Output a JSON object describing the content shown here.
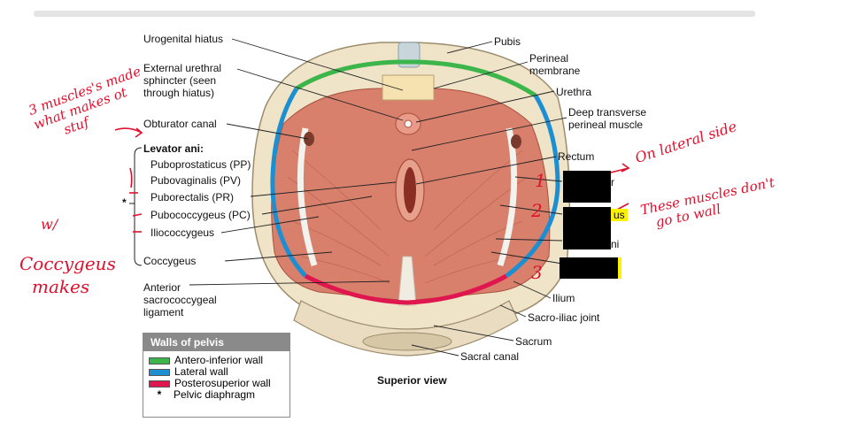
{
  "labels_left": [
    {
      "id": "urogenital-hiatus",
      "text": "Urogenital hiatus"
    },
    {
      "id": "external-urethral-sphincter",
      "lines": [
        "External urethral",
        "sphincter (seen",
        "through hiatus)"
      ]
    },
    {
      "id": "obturator-canal",
      "text": "Obturator canal"
    },
    {
      "id": "levator-ani",
      "text": "Levator ani:"
    },
    {
      "id": "puboprostaticus",
      "text": "Puboprostaticus (PP)"
    },
    {
      "id": "pubovaginalis",
      "text": "Pubovaginalis (PV)"
    },
    {
      "id": "puborectalis",
      "text": "Puborectalis (PR)"
    },
    {
      "id": "pubococcygeus",
      "text": "Pubococcygeus (PC)"
    },
    {
      "id": "iliococcygeus",
      "text": "Iliococcygeus"
    },
    {
      "id": "coccygeus",
      "text": "Coccygeus"
    },
    {
      "id": "anterior-sacrococcygeal-ligament",
      "lines": [
        "Anterior",
        "sacrococcygeal",
        "ligament"
      ]
    }
  ],
  "star_marker": "*",
  "labels_right": [
    {
      "id": "pubis",
      "text": "Pubis"
    },
    {
      "id": "perineal-membrane",
      "lines": [
        "Perineal",
        "membrane"
      ]
    },
    {
      "id": "urethra",
      "text": "Urethra"
    },
    {
      "id": "deep-transverse-perineal-muscle",
      "lines": [
        "Deep transverse",
        "perineal muscle"
      ]
    },
    {
      "id": "rectum",
      "text": "Rectum"
    },
    {
      "id": "ilium",
      "text": "Ilium"
    },
    {
      "id": "sacro-iliac-joint",
      "text": "Sacro-iliac joint"
    },
    {
      "id": "sacrum",
      "text": "Sacrum"
    },
    {
      "id": "sacral-canal",
      "text": "Sacral canal"
    }
  ],
  "partial_labels": {
    "label_a": "r",
    "label_b": "us",
    "label_c": "ni"
  },
  "view_caption": "Superior view",
  "legend": {
    "title": "Walls of pelvis",
    "items": [
      {
        "label": "Antero-inferior wall",
        "color": "#3cb54a"
      },
      {
        "label": "Lateral wall",
        "color": "#1c8fd2"
      },
      {
        "label": "Posterosuperior wall",
        "color": "#e0174f"
      },
      {
        "label": "Pelvic diaphragm",
        "marker": "*"
      }
    ]
  },
  "handwriting": {
    "left_note": [
      "3 muscles's made",
      "what makes ot",
      "stuf",
      "w/"
    ],
    "coccygeus_note": [
      "Coccygeus",
      "makes"
    ],
    "lateral_note": "On lateral side",
    "wall_note": [
      "These muscles don't",
      "go to wall"
    ],
    "numbers": [
      "1",
      "2",
      "3"
    ]
  },
  "colors": {
    "green_wall": "#3cb54a",
    "blue_wall": "#1c8fd2",
    "red_wall": "#e0174f",
    "ink": "#e0102c",
    "muscle": "#d9826f",
    "bone": "#f0e4cc"
  }
}
